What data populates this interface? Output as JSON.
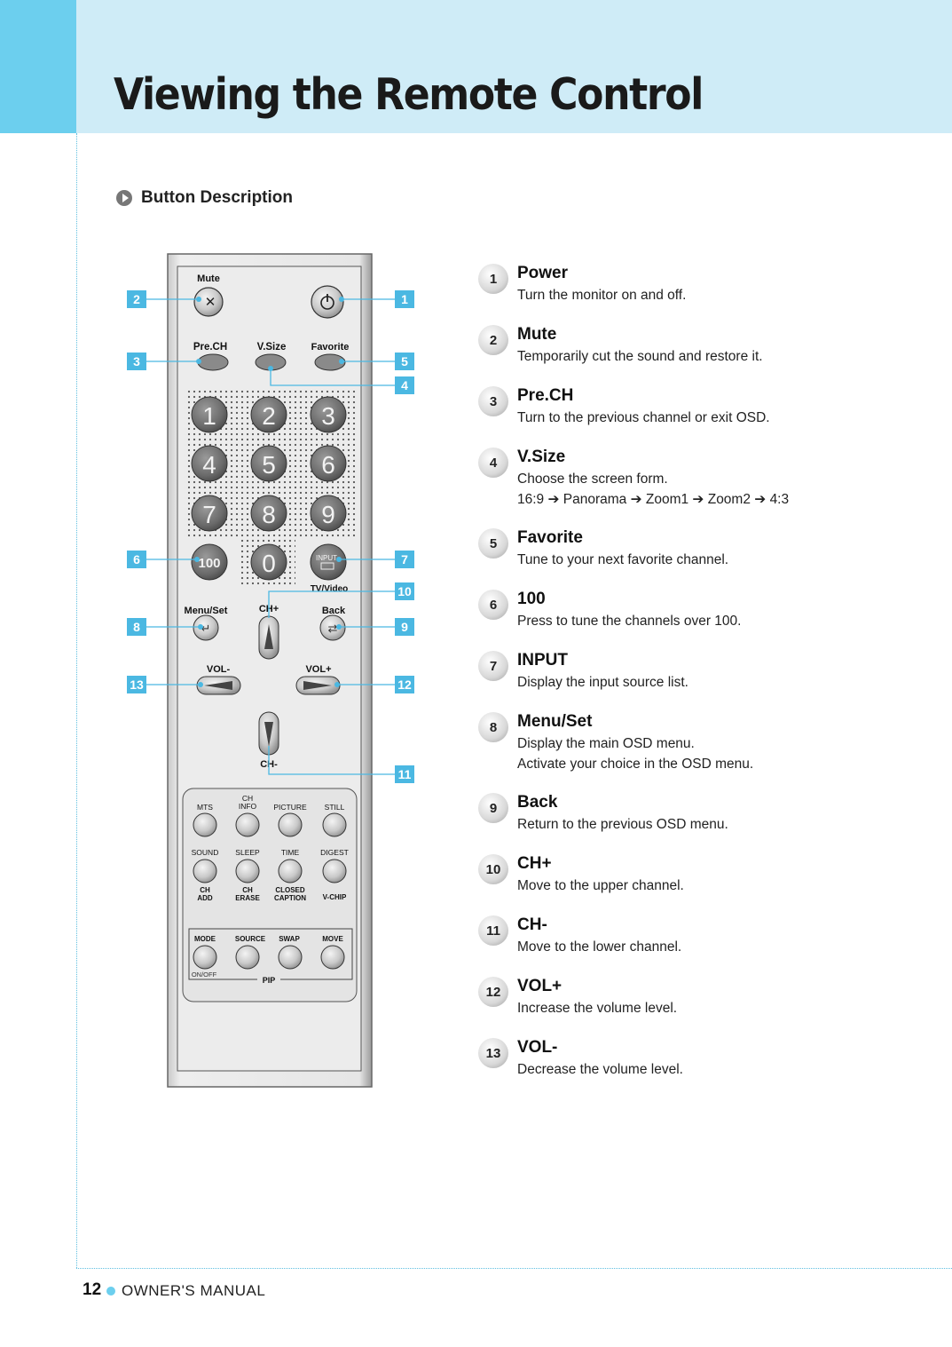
{
  "page": {
    "title": "Viewing the Remote Control",
    "section_title": "Button Description",
    "footer_page_number": "12",
    "footer_text": "OWNER'S MANUAL"
  },
  "colors": {
    "accent": "#6ccfee",
    "header_band": "#cfecf7",
    "callout": "#4bb8e2"
  },
  "remote": {
    "labels": {
      "mute": "Mute",
      "prech": "Pre.CH",
      "vsize": "V.Size",
      "favorite": "Favorite",
      "tv_video": "TV/Video",
      "menu_set": "Menu/Set",
      "ch_plus": "CH+",
      "back": "Back",
      "vol_minus": "VOL-",
      "vol_plus": "VOL+",
      "ch_minus": "CH-",
      "input": "INPUT",
      "hundred": "100",
      "digits": [
        "1",
        "2",
        "3",
        "4",
        "5",
        "6",
        "7",
        "8",
        "9",
        "0"
      ],
      "mts": "MTS",
      "ch_info": [
        "CH",
        "INFO"
      ],
      "picture": "PICTURE",
      "still": "STILL",
      "sound": "SOUND",
      "sleep": "SLEEP",
      "time": "TIME",
      "digest": "DIGEST",
      "ch_add": [
        "CH",
        "ADD"
      ],
      "ch_erase": [
        "CH",
        "ERASE"
      ],
      "closed_caption": [
        "CLOSED",
        "CAPTION"
      ],
      "vchip": "V-CHIP",
      "mode": "MODE",
      "source": "SOURCE",
      "swap": "SWAP",
      "move": "MOVE",
      "on_off": "ON/OFF",
      "pip": "PIP"
    },
    "callouts": {
      "c1": "1",
      "c2": "2",
      "c3": "3",
      "c4": "4",
      "c5": "5",
      "c6": "6",
      "c7": "7",
      "c8": "8",
      "c9": "9",
      "c10": "10",
      "c11": "11",
      "c12": "12",
      "c13": "13"
    }
  },
  "descriptions": [
    {
      "num": "1",
      "title": "Power",
      "lines": [
        "Turn the monitor on and off."
      ]
    },
    {
      "num": "2",
      "title": "Mute",
      "lines": [
        "Temporarily cut the sound and restore it."
      ]
    },
    {
      "num": "3",
      "title": "Pre.CH",
      "lines": [
        "Turn to the previous channel or exit OSD."
      ]
    },
    {
      "num": "4",
      "title": "V.Size",
      "lines": [
        "Choose the screen form.",
        "16:9 ➔ Panorama ➔ Zoom1 ➔ Zoom2 ➔ 4:3"
      ]
    },
    {
      "num": "5",
      "title": "Favorite",
      "lines": [
        "Tune to your next favorite channel."
      ]
    },
    {
      "num": "6",
      "title": "100",
      "lines": [
        "Press to tune the channels over 100."
      ]
    },
    {
      "num": "7",
      "title": "INPUT",
      "lines": [
        "Display the input source list."
      ]
    },
    {
      "num": "8",
      "title": "Menu/Set",
      "lines": [
        "Display the main OSD menu.",
        "Activate your choice in the OSD menu."
      ]
    },
    {
      "num": "9",
      "title": "Back",
      "lines": [
        "Return to the previous OSD menu."
      ]
    },
    {
      "num": "10",
      "title": "CH+",
      "lines": [
        "Move to the upper channel."
      ]
    },
    {
      "num": "11",
      "title": "CH-",
      "lines": [
        "Move to the lower channel."
      ]
    },
    {
      "num": "12",
      "title": "VOL+",
      "lines": [
        "Increase the volume level."
      ]
    },
    {
      "num": "13",
      "title": "VOL-",
      "lines": [
        "Decrease the volume level."
      ]
    }
  ]
}
